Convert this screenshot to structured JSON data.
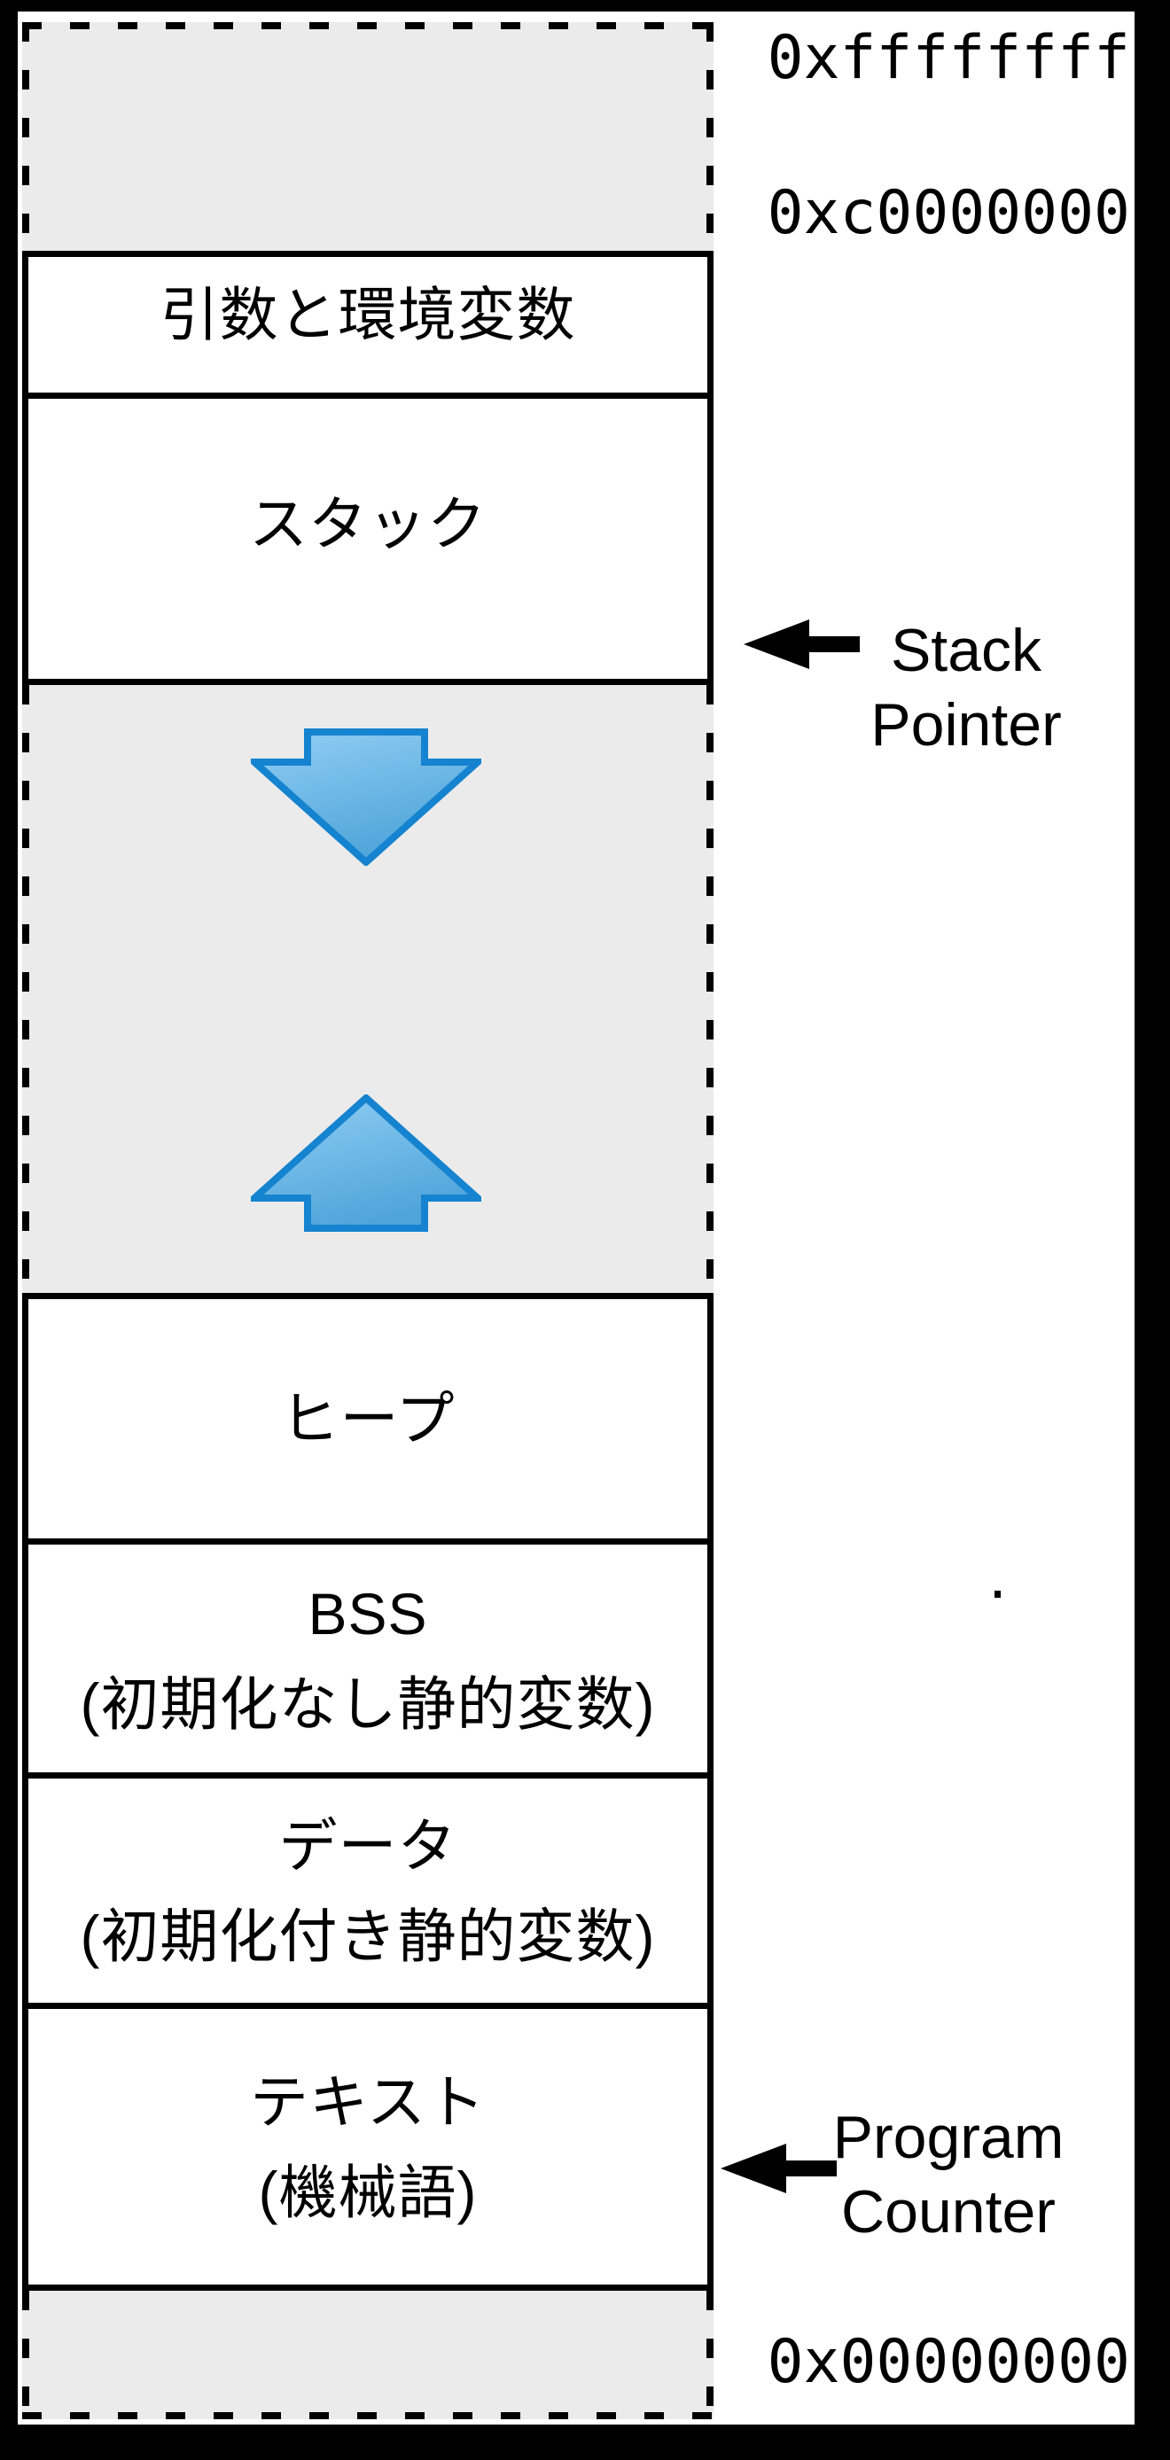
{
  "memory_map": {
    "addresses": {
      "top": "0xffffffff",
      "kernel_boundary": "0xc0000000",
      "bottom": "0x00000000"
    },
    "stack_pointer": {
      "line1": "Stack",
      "line2": "Pointer"
    },
    "program_counter": {
      "line1": "Program",
      "line2": "Counter"
    },
    "segments": {
      "args": {
        "label": "引数と環境変数"
      },
      "stack": {
        "label": "スタック"
      },
      "heap": {
        "label": "ヒープ"
      },
      "bss": {
        "label": "BSS",
        "sub": "(初期化なし静的変数)"
      },
      "data": {
        "label": "データ",
        "sub": "(初期化付き静的変数)"
      },
      "text": {
        "label": "テキスト",
        "sub": "(機械語)"
      }
    },
    "icons": {
      "grow_down": "down-arrow",
      "grow_up": "up-arrow",
      "stack_pointer": "left-arrow",
      "program_counter": "left-arrow"
    },
    "colors": {
      "background": "#000000",
      "panel": "#ffffff",
      "region_fill": "#ebebeb",
      "line": "#000000",
      "arrow_stroke": "#1583cf",
      "arrow_fill_light": "#92cef4",
      "arrow_fill_dark": "#4fa5da"
    }
  }
}
